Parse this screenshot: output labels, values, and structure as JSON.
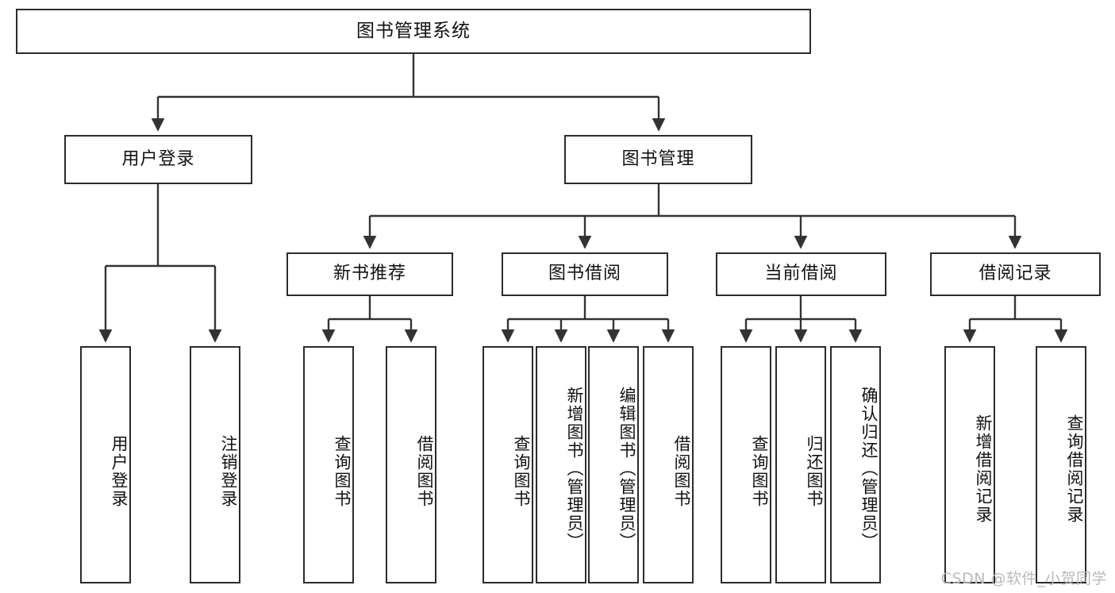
{
  "diagram": {
    "title": "图书管理系统",
    "watermark": "CSDN @软件_小贺同学",
    "colors": {
      "node_border": "#2b2b2b",
      "node_fill": "#ffffff",
      "edge": "#333333",
      "text": "#111111",
      "watermark": "#b9b9b9",
      "background": "#ffffff"
    },
    "nodes": {
      "root": {
        "label": "图书管理系统"
      },
      "level2": [
        {
          "label": "用户登录"
        },
        {
          "label": "图书管理"
        }
      ],
      "level3": [
        {
          "label": "新书推荐"
        },
        {
          "label": "图书借阅"
        },
        {
          "label": "当前借阅"
        },
        {
          "label": "借阅记录"
        }
      ],
      "leaves": {
        "user_login": [
          {
            "label": "用户登录"
          },
          {
            "label": "注销登录"
          }
        ],
        "new_book_recommend": [
          {
            "label": "查询图书"
          },
          {
            "label": "借阅图书"
          }
        ],
        "book_borrow": [
          {
            "label": "查询图书"
          },
          {
            "label": "新增图书（管理员）"
          },
          {
            "label": "编辑图书（管理员）"
          },
          {
            "label": "借阅图书"
          }
        ],
        "current_borrow": [
          {
            "label": "查询图书"
          },
          {
            "label": "归还图书"
          },
          {
            "label": "确认归还（管理员）"
          }
        ],
        "borrow_record": [
          {
            "label": "新增借阅记录"
          },
          {
            "label": "查询借阅记录"
          }
        ]
      }
    }
  }
}
